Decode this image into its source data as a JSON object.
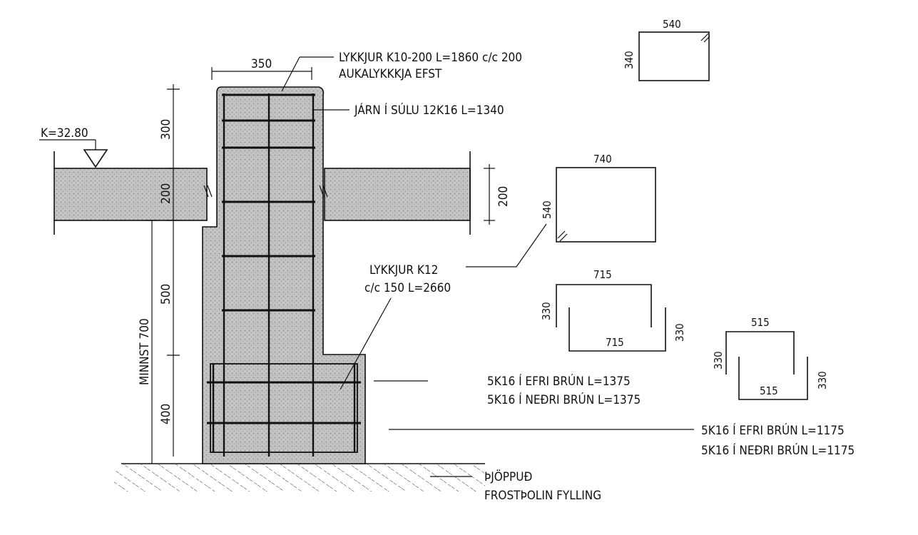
{
  "labels": {
    "col_width": "350",
    "stirrups_line1": "LYKKJUR K10-200 L=1860 c/c 200",
    "stirrups_line2": "AUKALYKKKJA EFST",
    "column_bars": "JÁRN Í SÚLU 12K16 L=1340",
    "level": "K=32.80",
    "dim_300": "300",
    "dim_200_left": "200",
    "dim_500": "500",
    "dim_400": "400",
    "dim_200_right": "200",
    "min_depth": "MINNST 700",
    "footing_stirrups_line1": "LYKKJUR K12",
    "footing_stirrups_line2": "c/c 150 L=2660",
    "footing_bars_a1": "5K16 Í EFRI BRÚN L=1375",
    "footing_bars_a2": "5K16 Í NEÐRI BRÚN L=1375",
    "footing_bars_b1": "5K16 Í EFRI BRÚN L=1175",
    "footing_bars_b2": "5K16 Í NEÐRI BRÚN L=1175",
    "fill_line1": "ÞJÖPPUÐ",
    "fill_line2": "FROSTÞOLIN FYLLING"
  },
  "shapes": {
    "s1_top": "540",
    "s1_side": "340",
    "s2_top": "740",
    "s2_side": "540",
    "s3_top": "715",
    "s3_left": "330",
    "s3_bottom": "715",
    "s3_right": "330",
    "s4_top": "515",
    "s4_left": "330",
    "s4_bottom": "515",
    "s4_right": "330"
  }
}
